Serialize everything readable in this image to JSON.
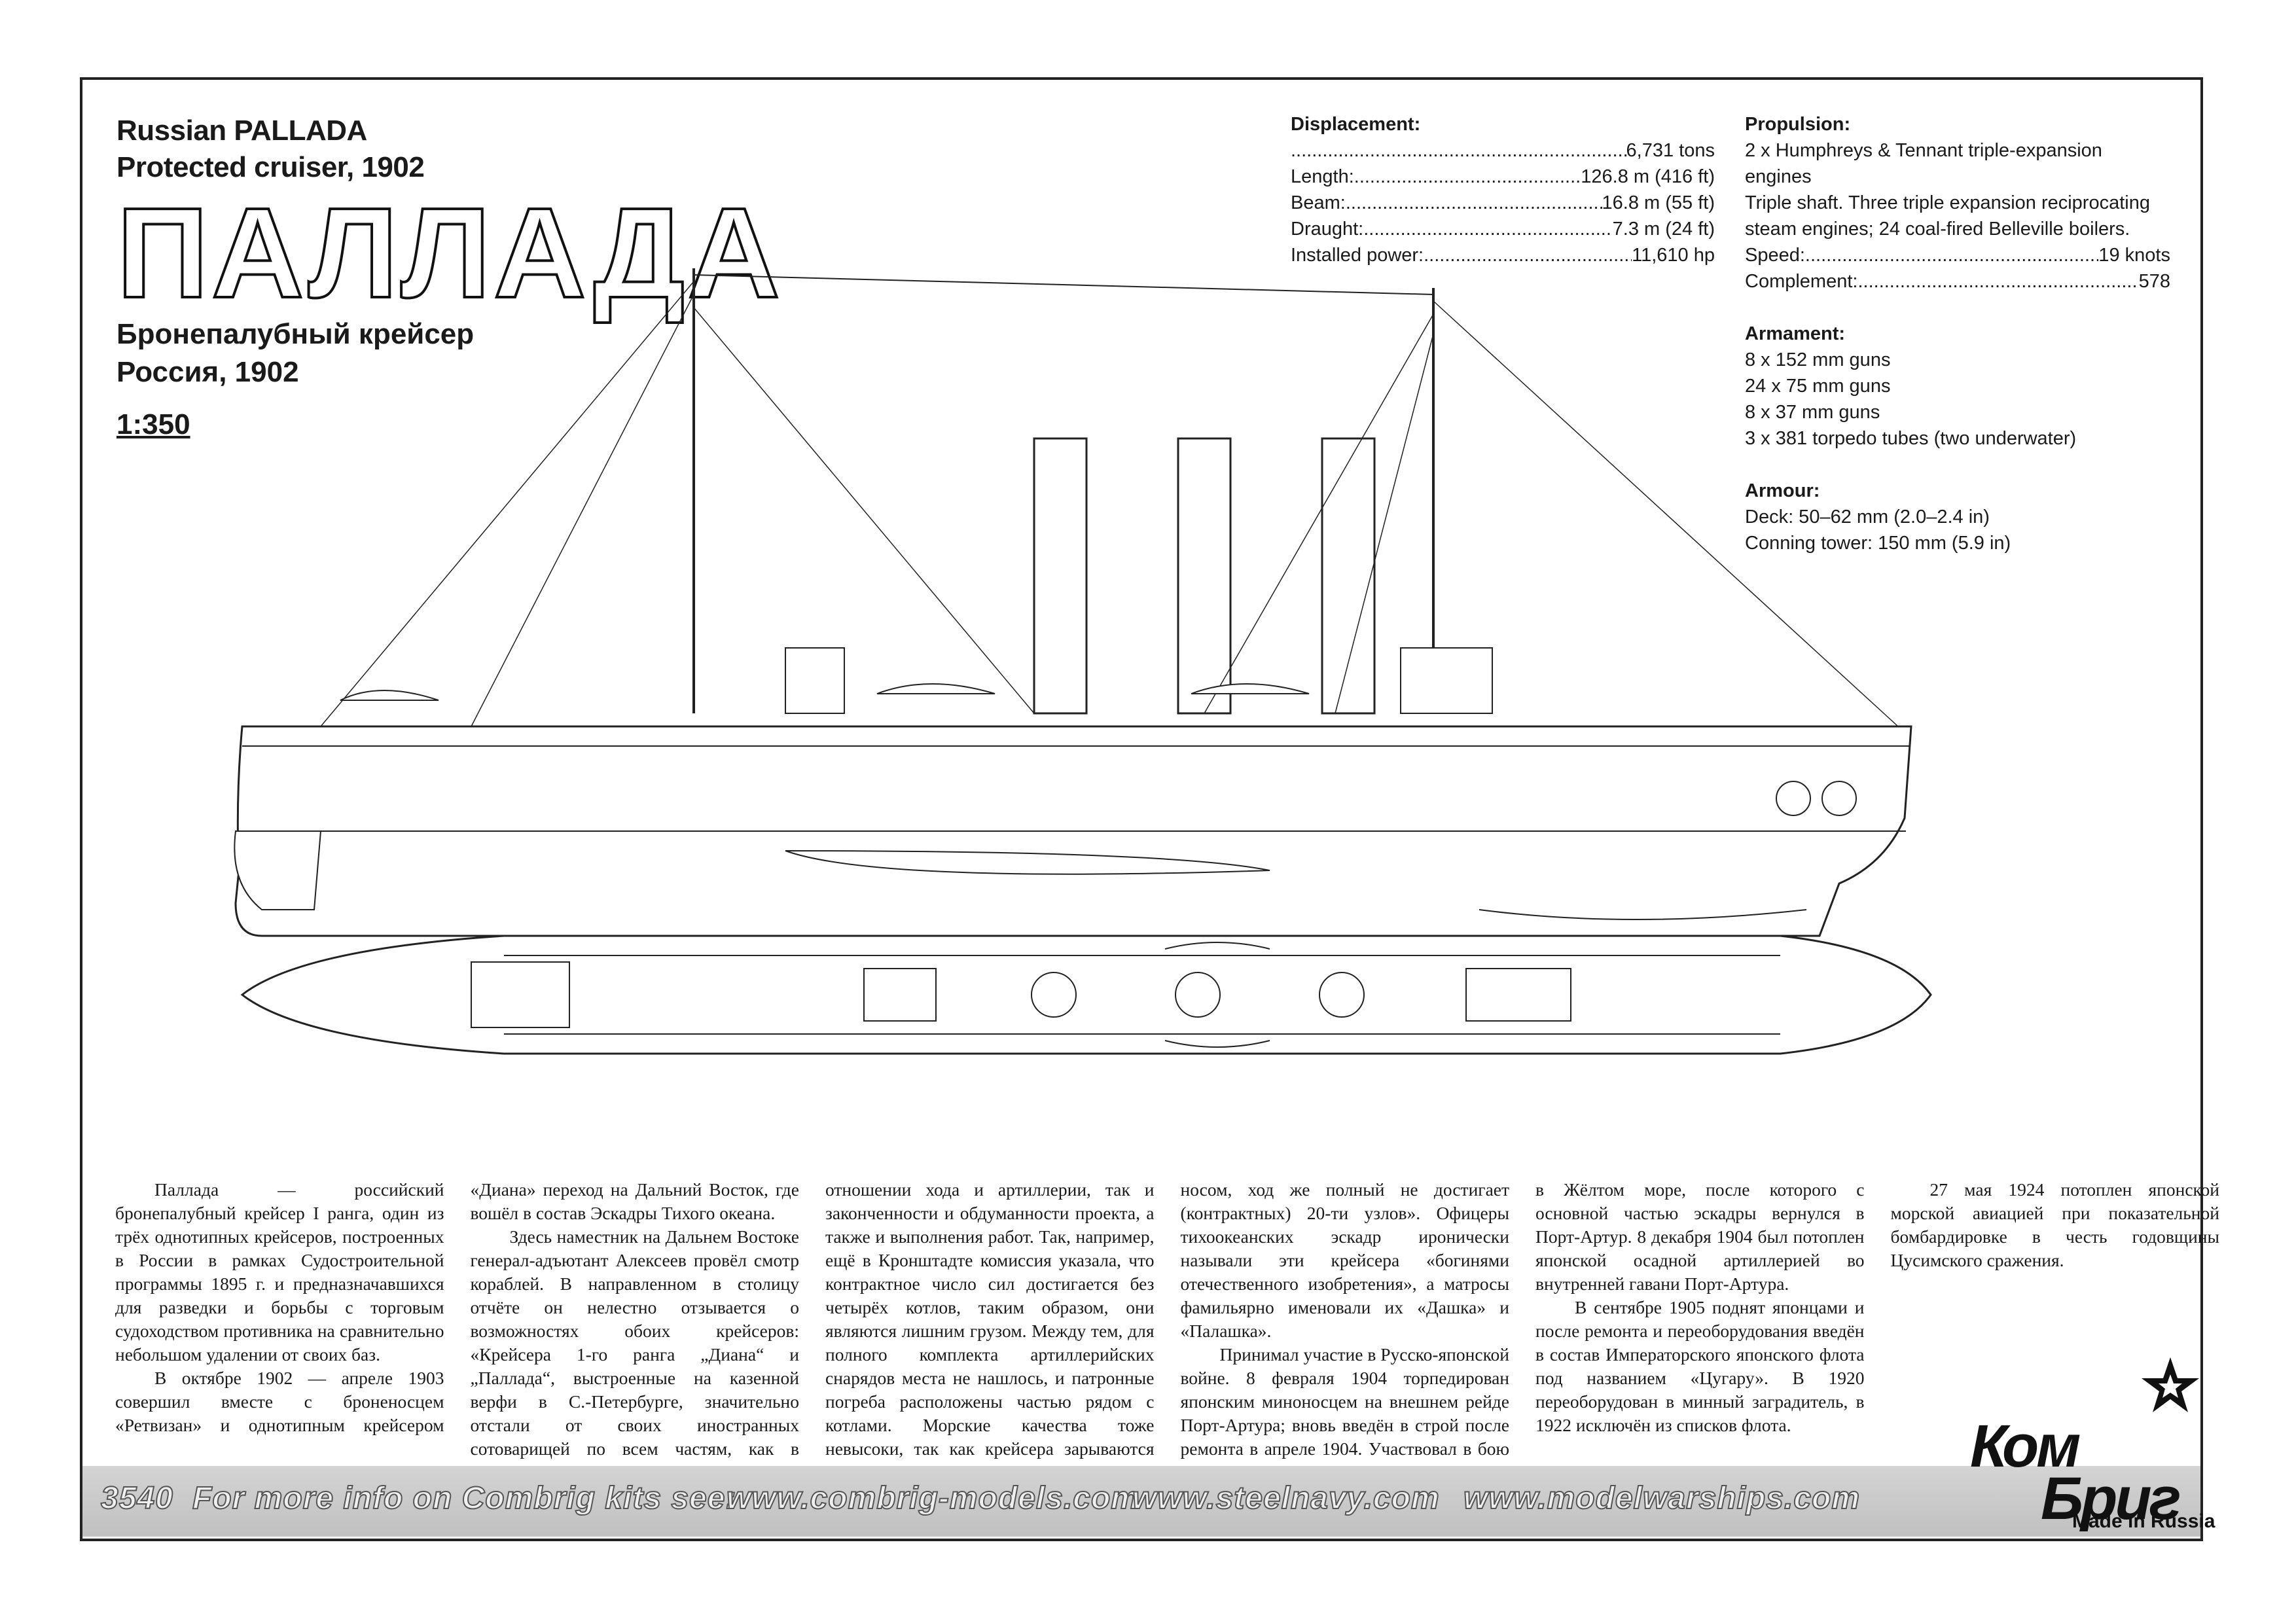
{
  "title": {
    "en_line1": "Russian PALLADA",
    "en_line2": "Protected cruiser, 1902",
    "ru_big": "ПАЛЛАДА",
    "ru_line1": "Бронепалубный крейсер",
    "ru_line2": "Россия, 1902",
    "scale": "1:350"
  },
  "specs": {
    "displacement": {
      "heading": "Displacement:",
      "value": "6,731 tons",
      "rows": [
        {
          "label": "Length:",
          "value": "126.8 m (416 ft)"
        },
        {
          "label": "Beam:",
          "value": "16.8 m (55 ft)"
        },
        {
          "label": "Draught:",
          "value": "7.3 m (24 ft)"
        },
        {
          "label": "Installed power:",
          "value": "11,610 hp"
        }
      ]
    },
    "propulsion": {
      "heading": "Propulsion:",
      "lines": [
        "2 x Humphreys & Tennant triple-expansion engines",
        "Triple shaft. Three triple expansion reciprocating",
        "steam engines; 24 coal-fired Belleville boilers."
      ],
      "rows": [
        {
          "label": "Speed:",
          "value": "19 knots"
        },
        {
          "label": "Complement:",
          "value": "578"
        }
      ]
    },
    "armament": {
      "heading": "Armament:",
      "lines": [
        "8 x 152 mm guns",
        "24 x 75 mm guns",
        "8 x 37 mm guns",
        "3 x 381 torpedo tubes (two underwater)"
      ]
    },
    "armour": {
      "heading": "Armour:",
      "lines": [
        "Deck: 50–62 mm (2.0–2.4 in)",
        "Conning tower: 150 mm (5.9 in)"
      ]
    }
  },
  "body_text": [
    "Паллада — российский бронепалубный крейсер I ранга, один из трёх однотипных крейсеров, построенных в России в рамках Судостроительной программы 1895 г. и предназначавшихся для разведки и борьбы с торговым судоходством противника на сравнительно небольшом удалении от своих баз.",
    "В октябре 1902 — апреле 1903 совершил вместе с броненосцем «Ретвизан» и однотипным крейсером «Диана» переход на Дальний Восток, где вошёл в состав Эскадры Тихого океана.",
    "Здесь наместник на Дальнем Востоке генерал-адъютант Алексеев провёл смотр кораблей. В направленном в столицу отчёте он нелестно отзывается о возможностях обоих крейсеров: «Крейсера 1-го ранга „Диана“ и „Паллада“, выстроенные на казенной верфи в С.-Петербурге, значительно отстали от своих иностранных сотоварищей по всем частям, как в отношении хода и артиллерии, так и законченности и обдуманности проекта, а также и выполнения работ. Так, например, ещё в Кронштадте комиссия указала, что контрактное число сил достигается без четырёх котлов, таким образом, они являются лишним грузом. Между тем, для полного комплекта артиллерийских снарядов места не нашлось, и патронные погреба расположены частью рядом с котлами. Морские качества тоже невысоки, так как крейсера зарываются носом, ход же полный не достигает (контрактных) 20-ти узлов». Офицеры тихоокеанских эскадр иронически называли эти крейсера «богинями отечественного изобретения», а матросы фамильярно именовали их «Дашка» и «Палашка».",
    "Принимал участие в Русско-японской войне. 8 февраля 1904 торпедирован японским миноносцем на внешнем рейде Порт-Артура; вновь введён в строй после ремонта в апреле 1904. Участвовал в бою в Жёлтом море, после которого с основной частью эскадры вернулся в Порт-Артур. 8 декабря 1904 был потоплен японской осадной артиллерией во внутренней гавани Порт-Артура.",
    "В сентябре 1905 поднят японцами и после ремонта и переоборудования введён в состав Императорского японского флота под названием «Цугару». В 1920 переоборудован в минный заградитель, в 1922 исключён из списков флота.",
    "27 мая 1924 потоплен японской морской авиацией при показательной бомбардировке в честь годовщины Цусимского сражения."
  ],
  "footer": {
    "kit_number": "3540",
    "info_text": "For more info on Combrig kits see:",
    "links": [
      "www.combrig-models.com",
      "www.steelnavy.com",
      "www.modelwarships.com"
    ]
  },
  "logo": {
    "word1": "Ком",
    "word2": "Бриг",
    "tagline": "Made in Russia"
  }
}
